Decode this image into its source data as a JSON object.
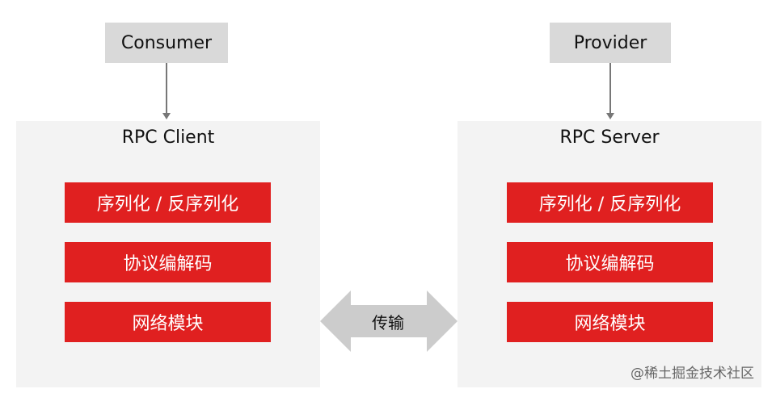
{
  "consumer": {
    "label": "Consumer"
  },
  "provider": {
    "label": "Provider"
  },
  "client": {
    "title": "RPC Client",
    "layers": [
      "序列化 / 反序列化",
      "协议编解码",
      "网络模块"
    ]
  },
  "server": {
    "title": "RPC Server",
    "layers": [
      "序列化 / 反序列化",
      "协议编解码",
      "网络模块"
    ]
  },
  "transfer": {
    "label": "传输"
  },
  "colors": {
    "red": "#e02020",
    "grey": "#d9d9d9",
    "panel": "#f3f3f3",
    "arrow": "#cccccc"
  },
  "watermark": "@稀土掘金技术社区"
}
